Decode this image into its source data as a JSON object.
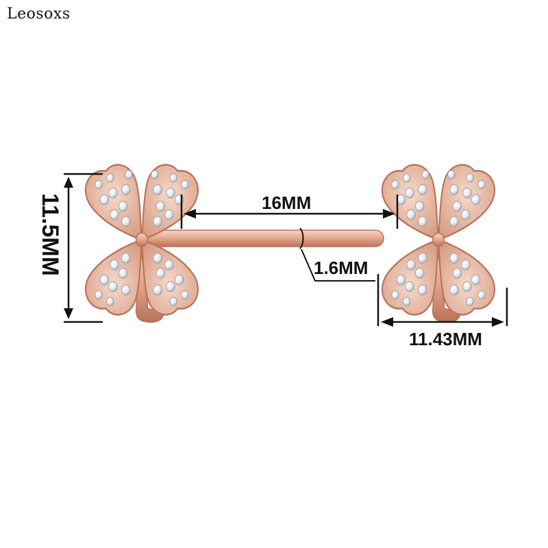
{
  "brand": {
    "text": "Leosoxs"
  },
  "dimensions": {
    "length": "16MM",
    "gauge": "1.6MM",
    "width": "11.43MM",
    "height": "11.5MM"
  },
  "colors": {
    "rose_gold": "#e3a68c",
    "rose_gold_dark": "#b87359",
    "rose_gold_light": "#f7d6c6",
    "crystal": "#eceef2",
    "dimension_line": "#111111"
  }
}
